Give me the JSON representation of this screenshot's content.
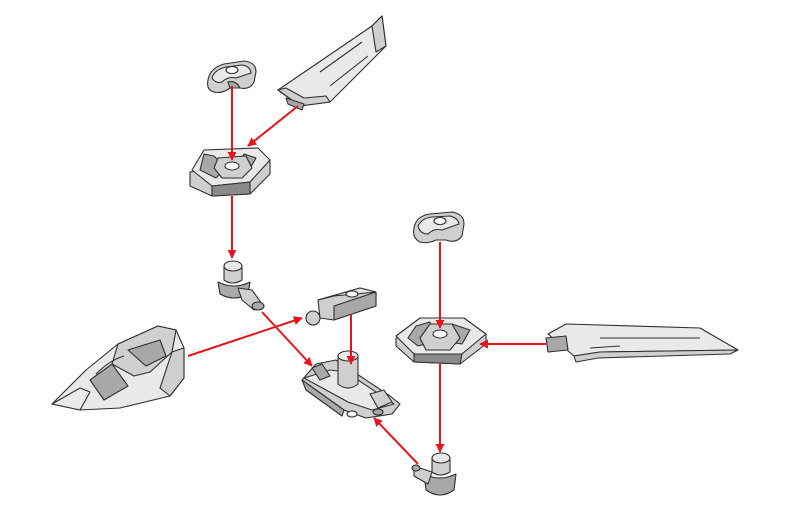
{
  "diagram": {
    "type": "exploded-assembly",
    "background": "#ffffff",
    "part_color": "#d4d4d4",
    "outline_color": "#2f2f2f",
    "arrow_color": "#e8141c",
    "parts": [
      {
        "id": "cap-upper",
        "shape": "rounded-cap"
      },
      {
        "id": "wing-upper",
        "shape": "blade"
      },
      {
        "id": "mount-plate-upper",
        "shape": "hexagonal-plate"
      },
      {
        "id": "peg-upper",
        "shape": "peg-joint"
      },
      {
        "id": "connector-block",
        "shape": "ball-socket-block"
      },
      {
        "id": "nose-cone",
        "shape": "cockpit-nose"
      },
      {
        "id": "frame-center",
        "shape": "bracket-frame"
      },
      {
        "id": "cap-right",
        "shape": "rounded-cap"
      },
      {
        "id": "mount-plate-right",
        "shape": "hexagonal-plate"
      },
      {
        "id": "wing-right",
        "shape": "blade"
      },
      {
        "id": "peg-lower",
        "shape": "peg-joint"
      }
    ],
    "arrows": [
      {
        "from": "cap-upper",
        "to": "mount-plate-upper"
      },
      {
        "from": "wing-upper",
        "to": "mount-plate-upper"
      },
      {
        "from": "mount-plate-upper",
        "to": "peg-upper"
      },
      {
        "from": "peg-upper",
        "to": "frame-center"
      },
      {
        "from": "nose-cone",
        "to": "connector-block"
      },
      {
        "from": "connector-block",
        "to": "frame-center"
      },
      {
        "from": "cap-right",
        "to": "mount-plate-right"
      },
      {
        "from": "wing-right",
        "to": "mount-plate-right"
      },
      {
        "from": "mount-plate-right",
        "to": "peg-lower"
      },
      {
        "from": "peg-lower",
        "to": "frame-center"
      }
    ]
  }
}
